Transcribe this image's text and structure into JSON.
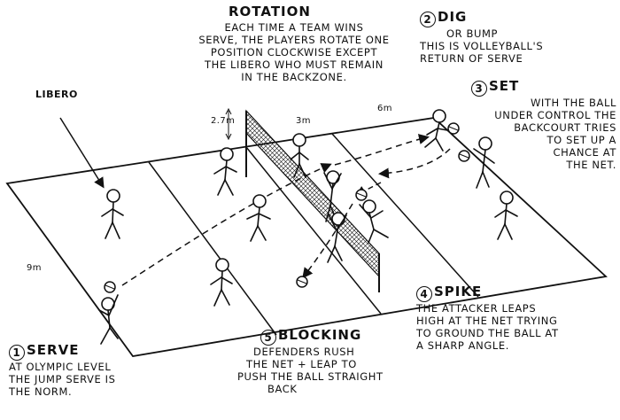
{
  "rotation": {
    "title": "Rotation",
    "lines": [
      "Each time a team wins",
      "serve, the players rotate one",
      "position clockwise except",
      "the libero who must remain",
      "in the backzone."
    ]
  },
  "dig": {
    "number": "2",
    "title": "Dig",
    "lines": [
      "or bump",
      "this is volleyball's",
      "return of serve"
    ]
  },
  "set": {
    "number": "3",
    "title": "Set",
    "lines": [
      "with the ball",
      "under control the",
      "backcourt tries",
      "to set up a",
      "chance at",
      "the net."
    ]
  },
  "spike": {
    "number": "4",
    "title": "Spike",
    "lines": [
      "The attacker leaps",
      "high at the net trying",
      "to ground the ball at",
      "a sharp angle."
    ]
  },
  "blocking": {
    "number": "5",
    "title": "Blocking",
    "lines": [
      "Defenders rush",
      "the net + leap to",
      "push the ball straight",
      "back"
    ]
  },
  "serve": {
    "number": "1",
    "title": "Serve",
    "lines": [
      "at olympic level",
      "the jump serve is",
      "the norm."
    ]
  },
  "labels": {
    "libero": "LIBERO",
    "net_height": "2.7m",
    "attack_zone": "3m",
    "half_court": "6m",
    "court_width": "9m"
  }
}
